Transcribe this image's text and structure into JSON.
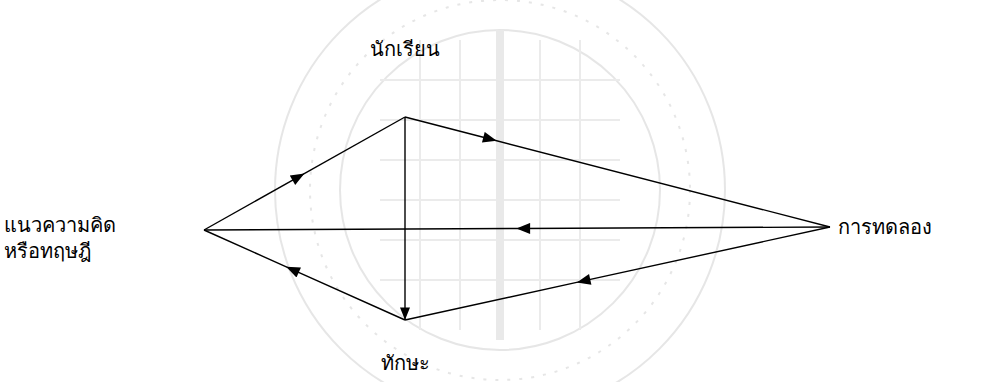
{
  "diagram": {
    "nodes": [
      {
        "text": [
          "นักเรียน"
        ]
      },
      {
        "text": [
          "แนวความคิด หรือทฤษฎี"
        ]
      },
      {
        "text": [
          "การทดลอง"
        ]
      },
      {
        "text": [
          "ทักษะ"
        ]
      }
    ],
    "edges": [
      {
        "from": 1,
        "to": 0,
        "arrow": "to"
      },
      {
        "from": 0,
        "to": 2,
        "arrow": "to"
      },
      {
        "from": 2,
        "to": 1,
        "arrow": "to"
      },
      {
        "from": 2,
        "to": 3,
        "arrow": "to"
      },
      {
        "from": 3,
        "to": 1,
        "arrow": "to"
      },
      {
        "from": 0,
        "to": 3,
        "arrow": "to"
      }
    ]
  }
}
